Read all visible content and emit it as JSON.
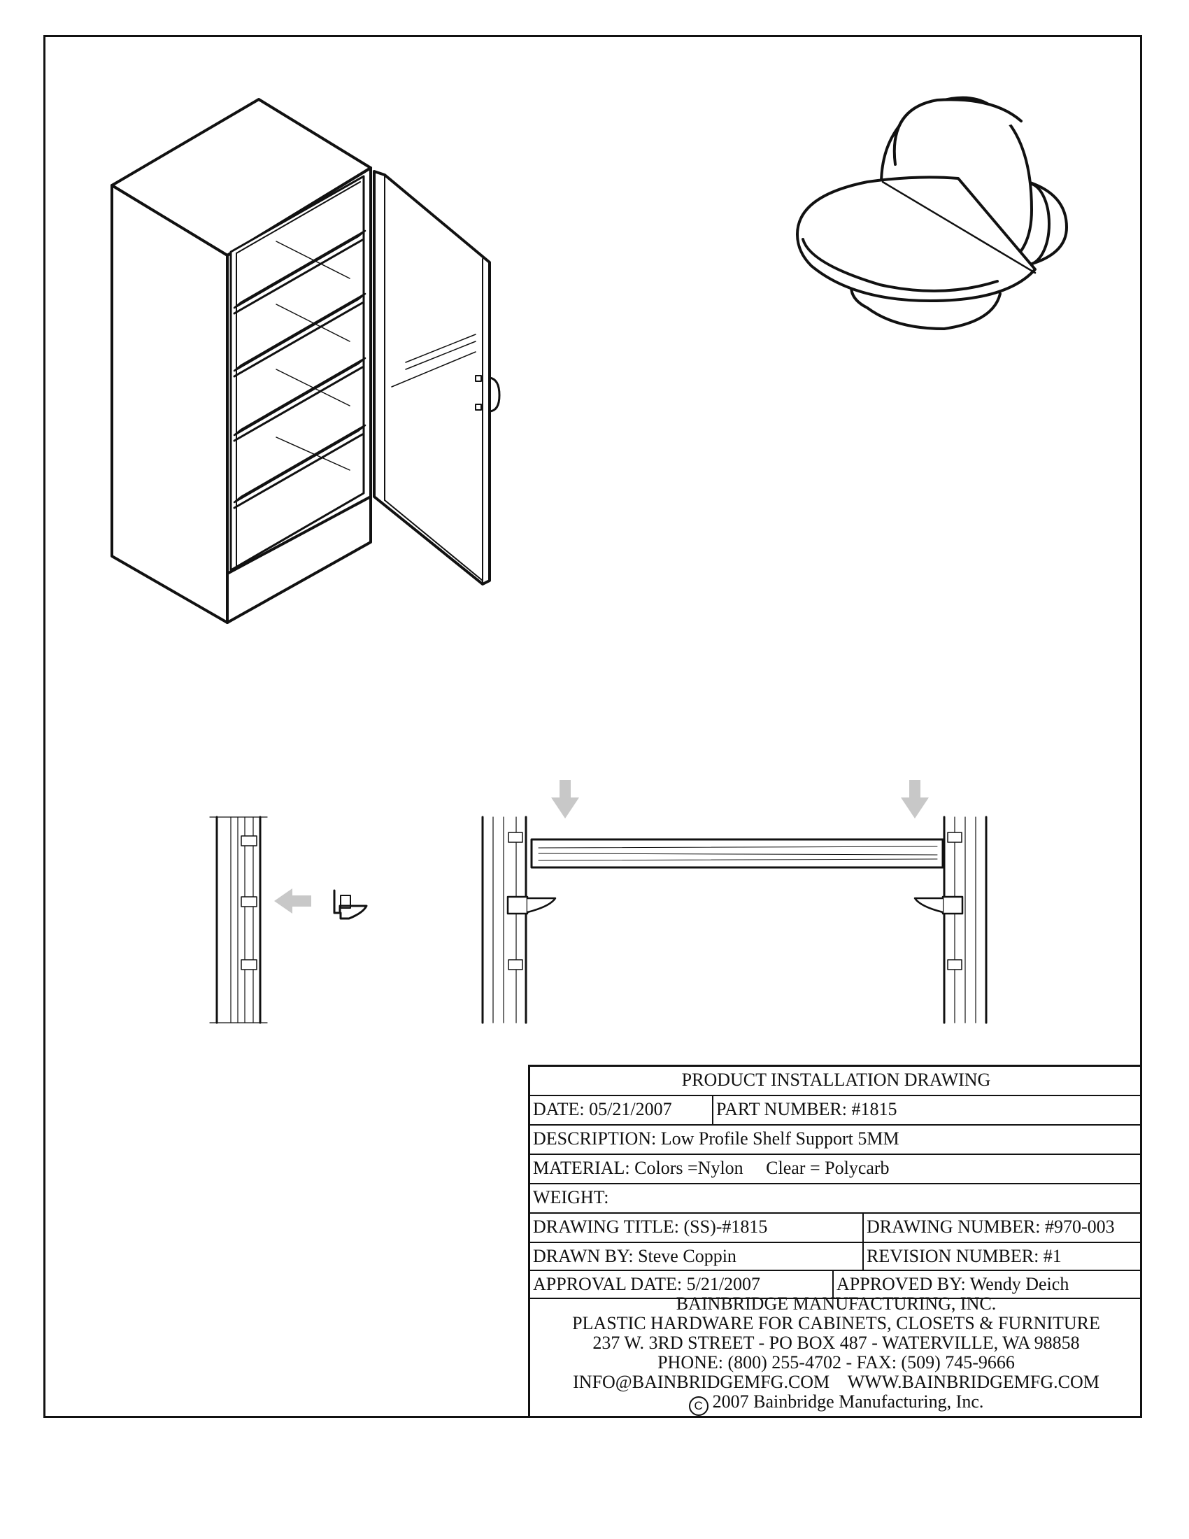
{
  "title_block": {
    "header": "PRODUCT INSTALLATION DRAWING",
    "date": "DATE: 05/21/2007",
    "part_number": "PART NUMBER: #1815",
    "description": "DESCRIPTION: Low Profile Shelf Support 5MM",
    "material": "MATERIAL: Colors =Nylon     Clear = Polycarb",
    "weight": "WEIGHT:",
    "drawing_title": "DRAWING TITLE: (SS)-#1815",
    "drawing_number": "DRAWING NUMBER: #970-003",
    "drawn_by": "DRAWN BY: Steve Coppin",
    "revision_number": "REVISION NUMBER: #1",
    "approval_date": "APPROVAL DATE: 5/21/2007",
    "approved_by": "APPROVED BY: Wendy Deich"
  },
  "company": {
    "name": "BAINBRIDGE MANUFACTURING, INC.",
    "tagline": "PLASTIC HARDWARE FOR CABINETS, CLOSETS & FURNITURE",
    "address": "237 W. 3RD STREET - PO BOX 487 - WATERVILLE, WA 98858",
    "phone": "PHONE: (800) 255-4702 - FAX: (509) 745-9666",
    "web": "INFO@BAINBRIDGEMFG.COM    WWW.BAINBRIDGEMFG.COM",
    "copyright_symbol": "C",
    "copyright": "2007 Bainbridge Manufacturing, Inc."
  },
  "colors": {
    "line": "#111111",
    "arrow": "#c8c8c8"
  }
}
